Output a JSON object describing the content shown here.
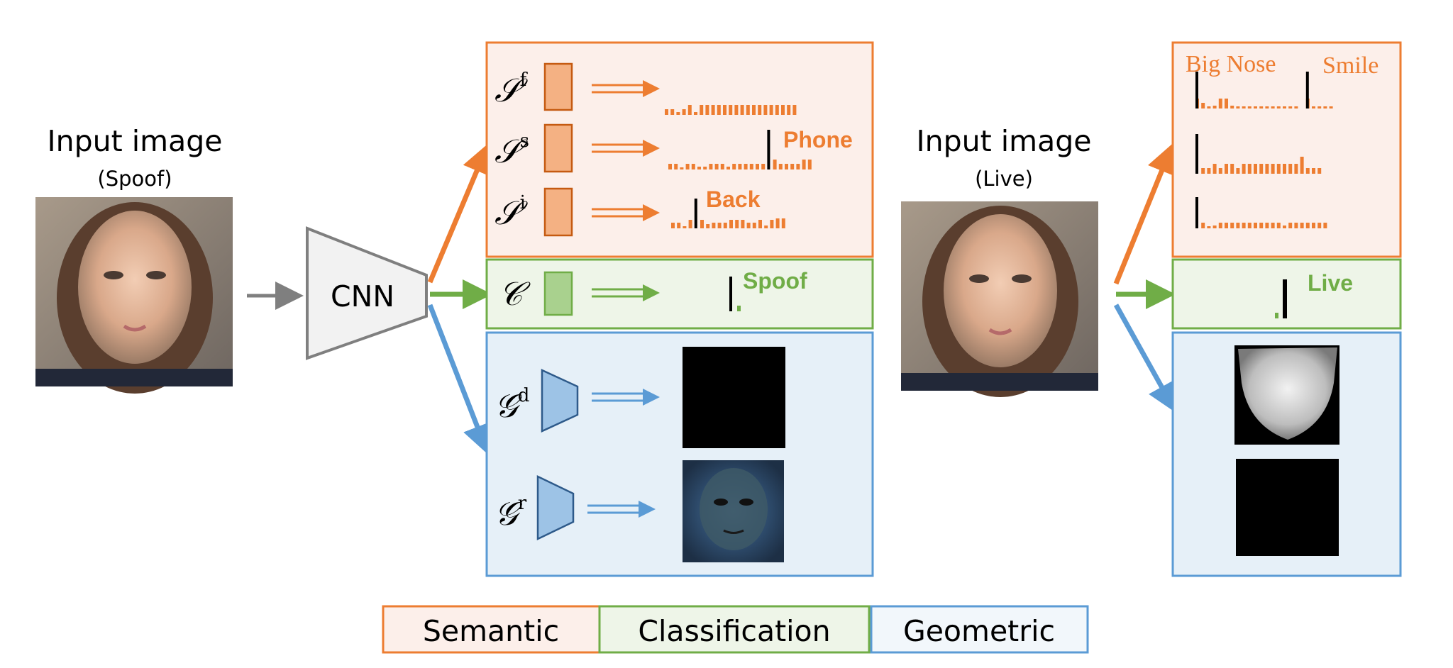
{
  "left_input": {
    "title": "Input image",
    "subtitle": "(Spoof)"
  },
  "right_input": {
    "title": "Input image",
    "subtitle": "(Live)"
  },
  "network": {
    "label": "CNN"
  },
  "semantic_rows": [
    {
      "symbol": "𝒮",
      "superscript": "f"
    },
    {
      "symbol": "𝒮",
      "superscript": "s",
      "peak_label": "Phone"
    },
    {
      "symbol": "𝒮",
      "superscript": "i",
      "peak_label": "Back"
    }
  ],
  "classification_row": {
    "symbol": "𝒞",
    "peak_label": "Spoof"
  },
  "geometric_rows": [
    {
      "symbol": "𝒢",
      "superscript": "d"
    },
    {
      "symbol": "𝒢",
      "superscript": "r"
    }
  ],
  "right_outputs": {
    "semantic_labels": [
      "Big Nose",
      "Smile"
    ],
    "classification_label": "Live"
  },
  "legend": [
    "Semantic",
    "Classification",
    "Geometric"
  ],
  "colors": {
    "semantic": "#ED7D31",
    "semantic_fill": "#FCEFEA",
    "classification": "#70AD47",
    "classification_fill": "#EEF5E8",
    "geometric": "#5B9BD5",
    "geometric_fill": "#E6F0F8",
    "arrow_gray": "#7F7F7F"
  }
}
